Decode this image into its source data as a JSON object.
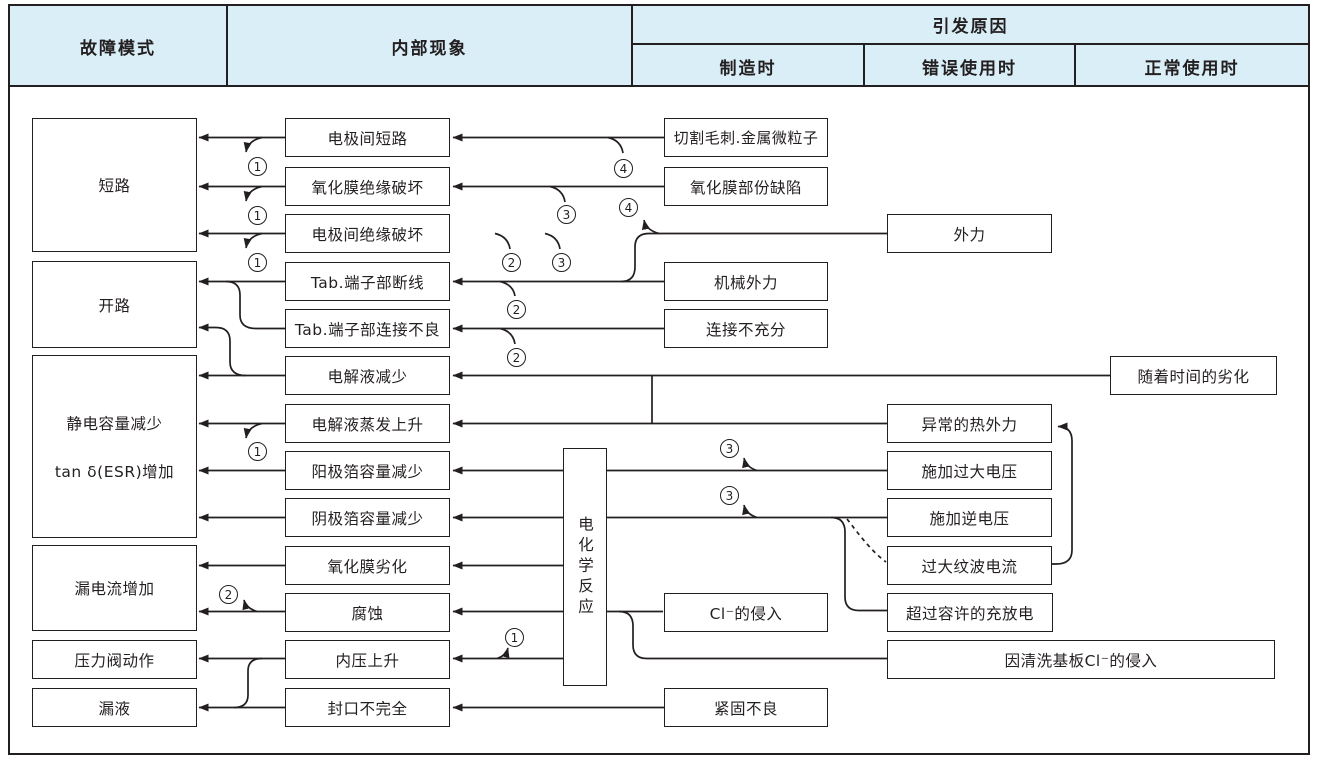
{
  "header": {
    "fault_mode": "故障模式",
    "internal_phenomenon": "内部现象",
    "cause": "引发原因",
    "manufacturing": "制造时",
    "misuse": "错误使用时",
    "normal_use": "正常使用时"
  },
  "fault": {
    "short": "短路",
    "open": "开路",
    "cap_line1": "静电容量减少",
    "cap_line2": "tan δ(ESR)增加",
    "leak": "漏电流增加",
    "valve": "压力阀动作",
    "liquid": "漏液"
  },
  "phen": {
    "p1": "电极间短路",
    "p2": "氧化膜绝缘破坏",
    "p3": "电极间绝缘破坏",
    "p4": "Tab.端子部断线",
    "p5": "Tab.端子部连接不良",
    "p6": "电解液减少",
    "p7": "电解液蒸发上升",
    "p8": "阳极箔容量减少",
    "p9": "阴极箔容量减少",
    "p10": "氧化膜劣化",
    "p11": "腐蚀",
    "p12": "内压上升",
    "p13": "封口不完全"
  },
  "center": {
    "label": "电化学反应"
  },
  "mfg": {
    "m1": "切割毛刺.金属微粒子",
    "m2": "氧化膜部份缺陷",
    "m3": "机械外力",
    "m4": "连接不充分",
    "m5": "Cl⁻的侵入",
    "m6": "紧固不良"
  },
  "misuse": {
    "u1": "外力",
    "u2": "异常的热外力",
    "u3": "施加过大电压",
    "u4": "施加逆电压",
    "u5": "过大纹波电流",
    "u6": "超过容许的充放电",
    "u7": "因清洗基板Cl⁻的侵入"
  },
  "normal": {
    "n1": "随着时间的劣化"
  },
  "connectors": {
    "c1": "1",
    "c2": "2",
    "c3": "3",
    "c4": "4"
  },
  "colors": {
    "header_bg": "#d9eef7",
    "line": "#231f20"
  }
}
